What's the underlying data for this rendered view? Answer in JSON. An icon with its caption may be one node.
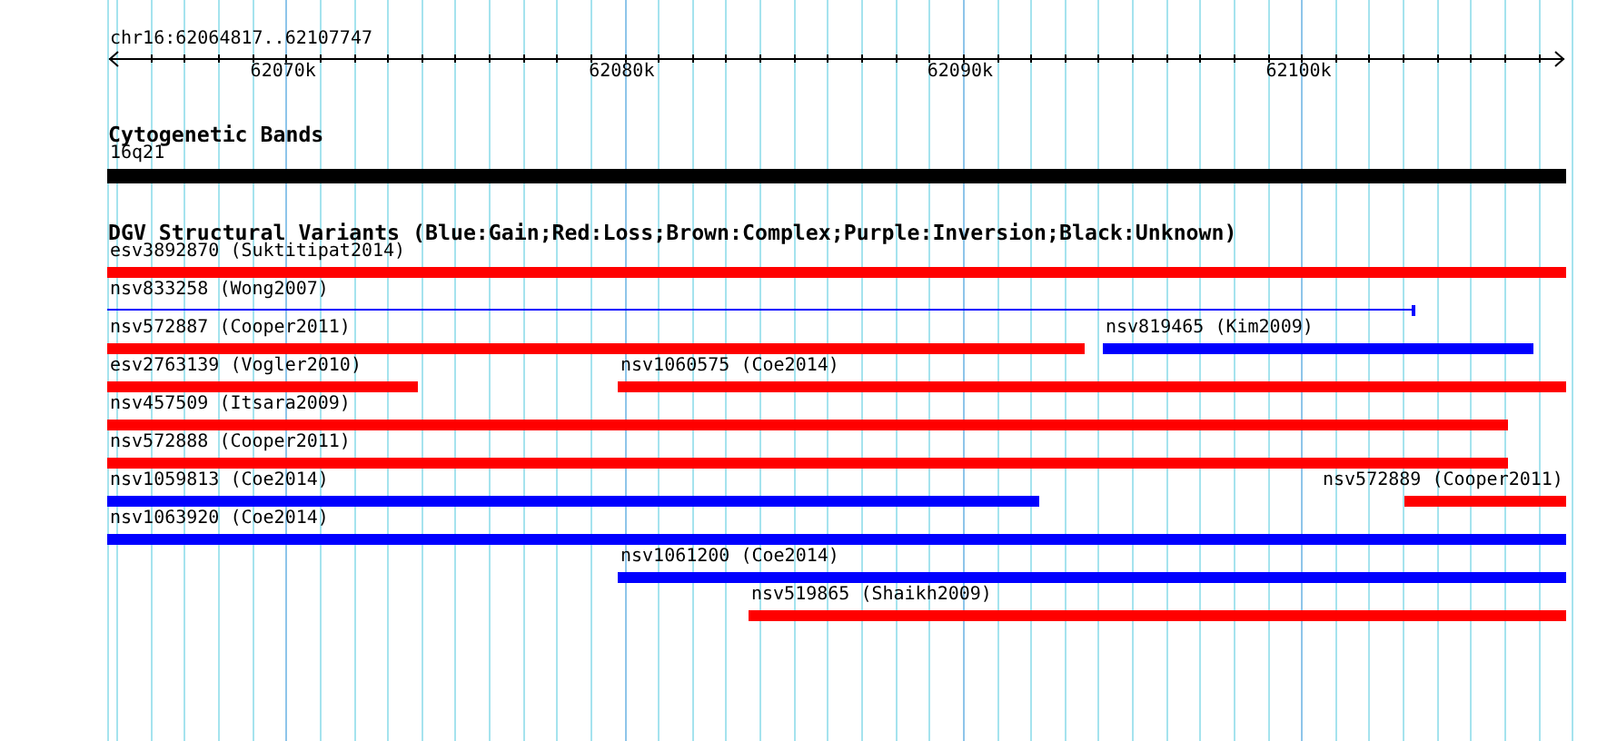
{
  "diagram": {
    "nodes": [
      {
        "text": [
          "16q21"
        ]
      },
      {
        "text": [
          "esv3892870 (Suktitipat2014)"
        ]
      },
      {
        "text": [
          "nsv833258 (Wong2007)"
        ]
      },
      {
        "text": [
          "nsv572887 (Cooper2011)"
        ]
      },
      {
        "text": [
          "nsv819465 (Kim2009)"
        ]
      },
      {
        "text": [
          "esv2763139 (Vogler2010)"
        ]
      },
      {
        "text": [
          "nsv1060575 (Coe2014)"
        ]
      },
      {
        "text": [
          "nsv457509 (Itsara2009)"
        ]
      },
      {
        "text": [
          "nsv572888 (Cooper2011)"
        ]
      },
      {
        "text": [
          "nsv1059813 (Coe2014)"
        ]
      },
      {
        "text": [
          "nsv572889 (Cooper2011)"
        ]
      },
      {
        "text": [
          "nsv1063920 (Coe2014)"
        ]
      },
      {
        "text": [
          "nsv1061200 (Coe2014)"
        ]
      },
      {
        "text": [
          "nsv519865 (Shaikh2009)"
        ]
      }
    ],
    "labels": [
      "chr16:62064817..62107747",
      "62070k",
      "62080k",
      "62090k",
      "62100k",
      "Cytogenetic Bands",
      "DGV Structural Variants (Blue:Gain;Red:Loss;Brown:Complex;Purple:Inversion;Black:Unknown)"
    ]
  }
}
